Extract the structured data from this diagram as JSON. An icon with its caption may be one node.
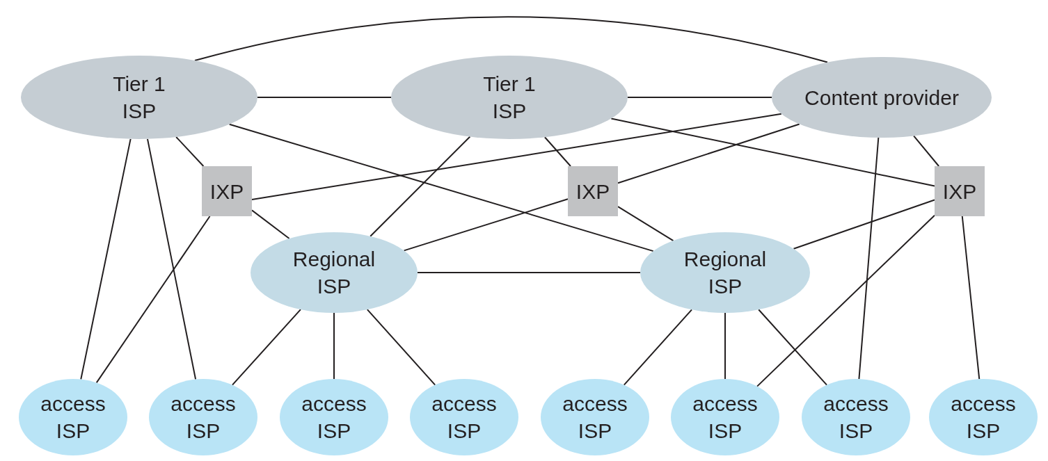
{
  "diagram": {
    "nodes": [
      {
        "text": [
          "Tier 1 ISP"
        ]
      },
      {
        "text": [
          "Tier 1 ISP"
        ]
      },
      {
        "text": [
          "Content provider"
        ]
      },
      {
        "text": [
          "IXP"
        ]
      },
      {
        "text": [
          "IXP"
        ]
      },
      {
        "text": [
          "IXP"
        ]
      },
      {
        "text": [
          "Regional ISP"
        ]
      },
      {
        "text": [
          "Regional ISP"
        ]
      },
      {
        "text": [
          "access ISP"
        ]
      },
      {
        "text": [
          "access ISP"
        ]
      },
      {
        "text": [
          "access ISP"
        ]
      },
      {
        "text": [
          "access ISP"
        ]
      },
      {
        "text": [
          "access ISP"
        ]
      },
      {
        "text": [
          "access ISP"
        ]
      },
      {
        "text": [
          "access ISP"
        ]
      },
      {
        "text": [
          "access ISP"
        ]
      }
    ],
    "edges": [
      {
        "from": 0,
        "to": 2,
        "arrow": "none"
      },
      {
        "from": 0,
        "to": 1,
        "arrow": "none"
      },
      {
        "from": 1,
        "to": 2,
        "arrow": "none"
      },
      {
        "from": 0,
        "to": 3,
        "arrow": "none"
      },
      {
        "from": 0,
        "to": 7,
        "arrow": "none"
      },
      {
        "from": 0,
        "to": 8,
        "arrow": "none"
      },
      {
        "from": 0,
        "to": 9,
        "arrow": "none"
      },
      {
        "from": 3,
        "to": 8,
        "arrow": "none"
      },
      {
        "from": 3,
        "to": 6,
        "arrow": "none"
      },
      {
        "from": 2,
        "to": 3,
        "arrow": "none"
      },
      {
        "from": 1,
        "to": 6,
        "arrow": "none"
      },
      {
        "from": 1,
        "to": 4,
        "arrow": "none"
      },
      {
        "from": 1,
        "to": 5,
        "arrow": "none"
      },
      {
        "from": 2,
        "to": 4,
        "arrow": "none"
      },
      {
        "from": 4,
        "to": 6,
        "arrow": "none"
      },
      {
        "from": 4,
        "to": 7,
        "arrow": "none"
      },
      {
        "from": 2,
        "to": 5,
        "arrow": "none"
      },
      {
        "from": 2,
        "to": 14,
        "arrow": "none"
      },
      {
        "from": 5,
        "to": 7,
        "arrow": "none"
      },
      {
        "from": 5,
        "to": 13,
        "arrow": "none"
      },
      {
        "from": 5,
        "to": 15,
        "arrow": "none"
      },
      {
        "from": 6,
        "to": 7,
        "arrow": "none"
      },
      {
        "from": 6,
        "to": 9,
        "arrow": "none"
      },
      {
        "from": 6,
        "to": 10,
        "arrow": "none"
      },
      {
        "from": 6,
        "to": 11,
        "arrow": "none"
      },
      {
        "from": 7,
        "to": 12,
        "arrow": "none"
      },
      {
        "from": 7,
        "to": 13,
        "arrow": "none"
      },
      {
        "from": 7,
        "to": 14,
        "arrow": "none"
      }
    ]
  }
}
